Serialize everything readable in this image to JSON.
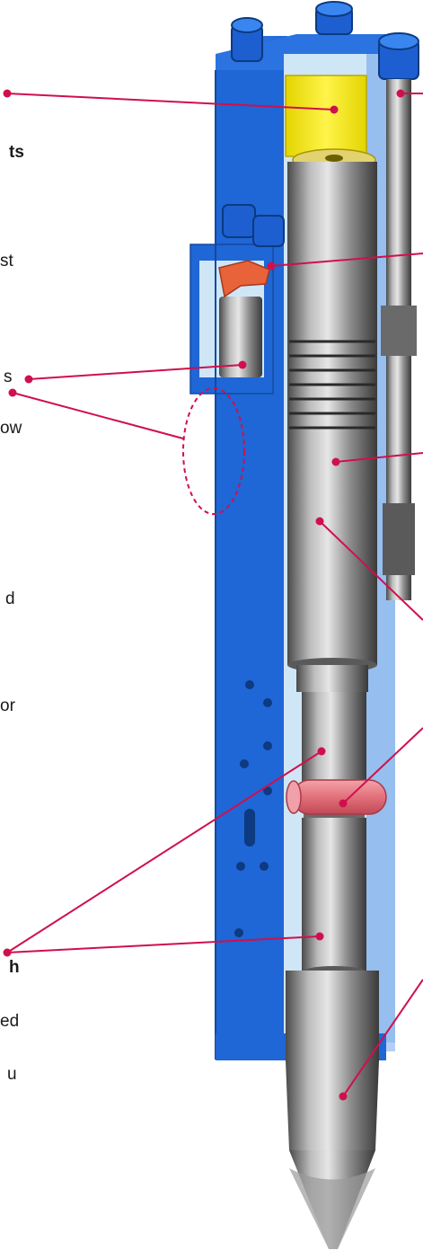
{
  "text_fragments": [
    {
      "id": "frag-ts",
      "text": "ts",
      "bold": true
    },
    {
      "id": "frag-st",
      "text": "st",
      "bold": false
    },
    {
      "id": "frag-ow",
      "text": "ow",
      "bold": false
    },
    {
      "id": "frag-s",
      "text": "s",
      "bold": false
    },
    {
      "id": "frag-d",
      "text": "d",
      "bold": false
    },
    {
      "id": "frag-or",
      "text": "or",
      "bold": false
    },
    {
      "id": "frag-h",
      "text": "h",
      "bold": true
    },
    {
      "id": "frag-ed",
      "text": "ed",
      "bold": false
    },
    {
      "id": "frag-u",
      "text": "u",
      "bold": false
    }
  ],
  "colors": {
    "housing_blue": "#1f66d6",
    "housing_blue_dark": "#1552b3",
    "cutaway_light": "#cfe6f7",
    "piston_steel": "#8c8c8c",
    "steel_light": "#d6d6d6",
    "steel_dark": "#4a4a4a",
    "accumulator_yellow": "#f4e600",
    "elbow_orange": "#e8623a",
    "retaining_pin_red": "#e2707a",
    "leader_crimson": "#d0104c"
  },
  "icons": {
    "detail_marker": "dashed-ellipse",
    "leader_end": "dot"
  }
}
